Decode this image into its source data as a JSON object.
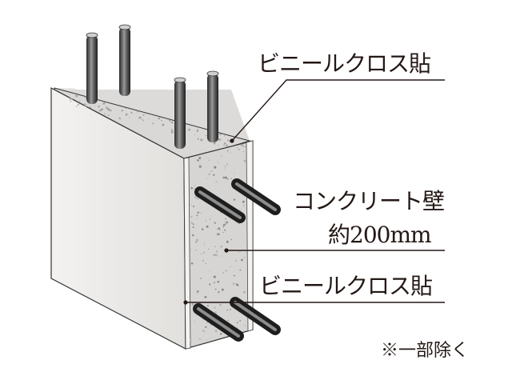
{
  "labels": {
    "top_cloth": "ビニールクロス貼",
    "concrete_wall": "コンクリート壁",
    "thickness": "約200mm",
    "bottom_cloth": "ビニールクロス貼"
  },
  "note": "※一部除く"
}
